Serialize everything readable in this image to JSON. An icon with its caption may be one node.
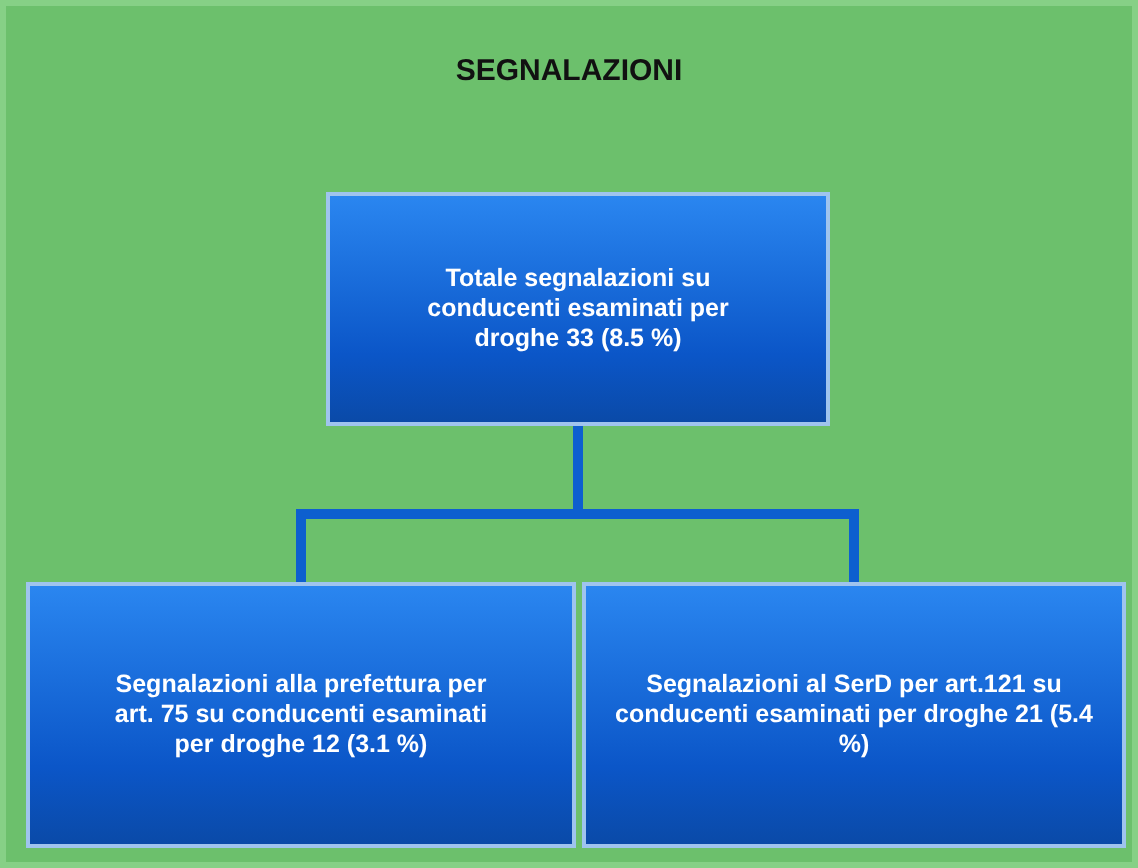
{
  "diagram": {
    "title": "SEGNALAZIONI",
    "nodes": [
      {
        "text": [
          "Totale segnalazioni su conducenti esaminati per droghe 33 (8.5 %)"
        ]
      },
      {
        "text": [
          "Segnalazioni alla prefettura per art. 75 su conducenti esaminati per droghe 12 (3.1 %)"
        ]
      },
      {
        "text": [
          "Segnalazioni al SerD per art.121 su conducenti esaminati per droghe 21 (5.4 %)"
        ]
      }
    ],
    "edges": [
      {
        "from": 0,
        "to": 1,
        "arrow": "none"
      },
      {
        "from": 0,
        "to": 2,
        "arrow": "none"
      }
    ]
  }
}
